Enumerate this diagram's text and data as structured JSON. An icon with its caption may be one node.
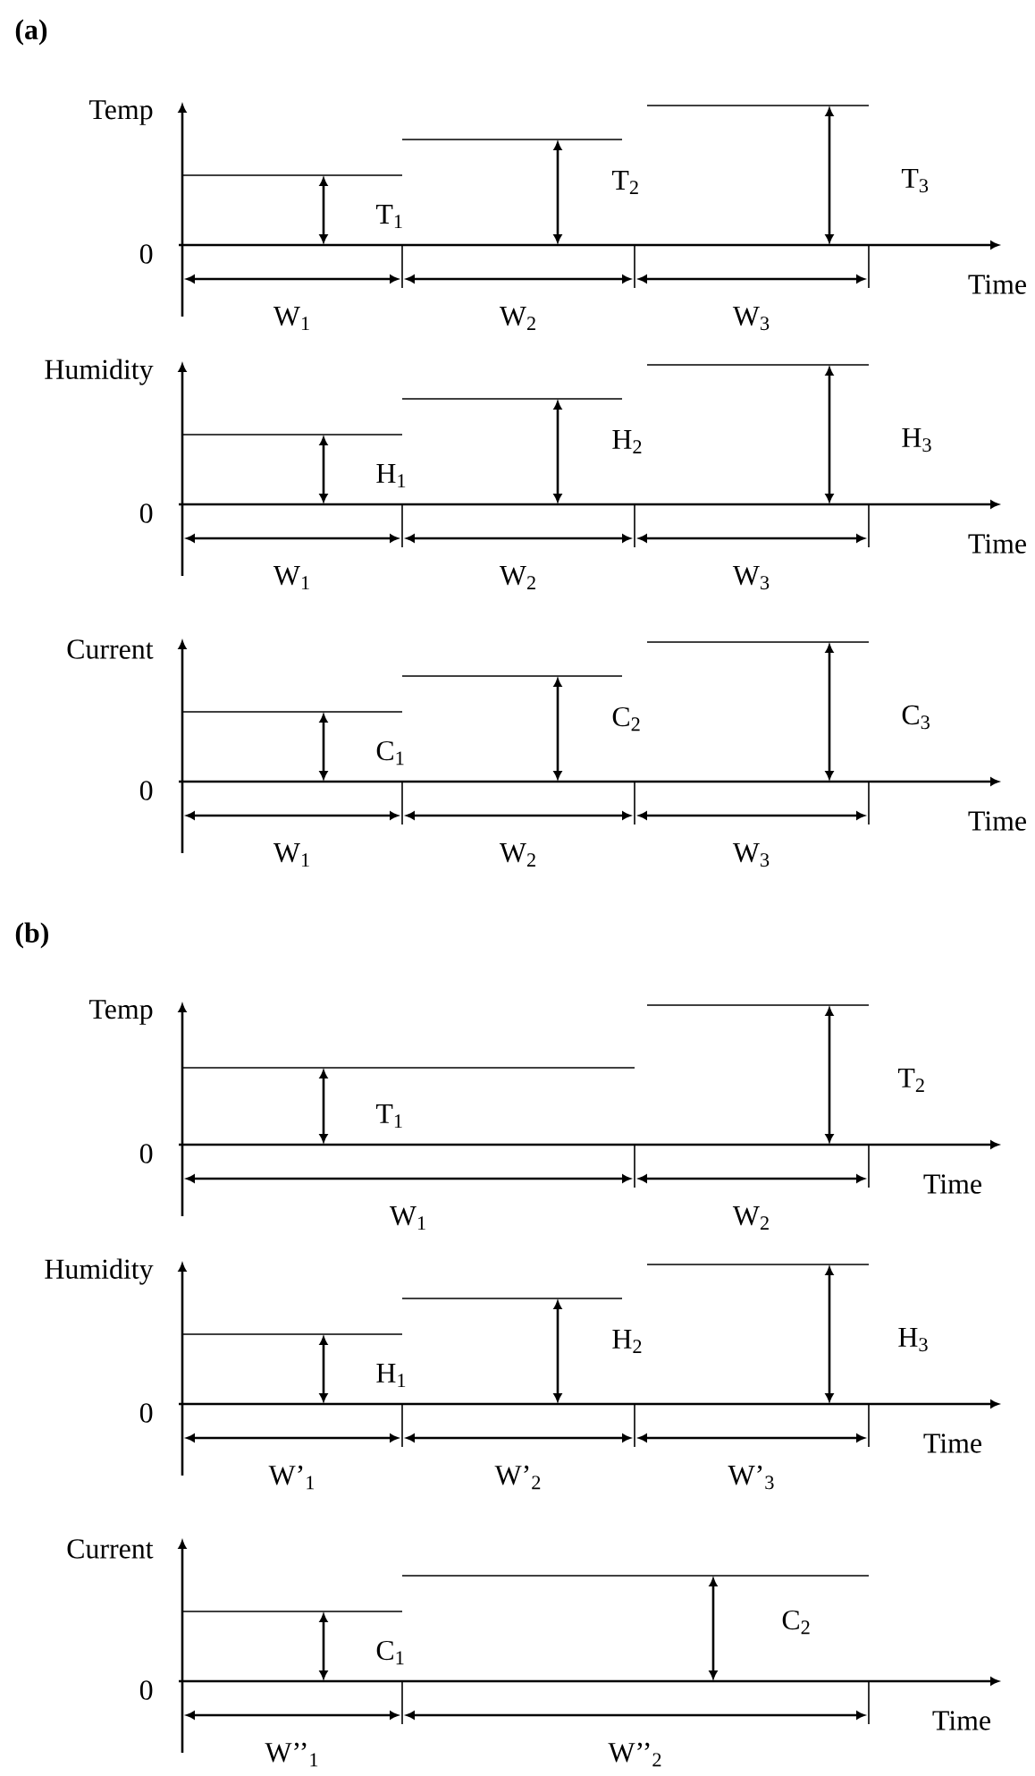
{
  "diagram": {
    "labels": [
      "(a)",
      "Temp",
      "0",
      "T$_{1}$",
      "T$_{2}$",
      "T$_{3}$",
      "Time",
      "W$_{1}$",
      "W$_{2}$",
      "W$_{3}$",
      "Humidity",
      "0",
      "H$_{1}$",
      "H$_{2}$",
      "H$_{3}$",
      "Time",
      "W$_{1}$",
      "W$_{2}$",
      "W$_{3}$",
      "Current",
      "0",
      "C$_{1}$",
      "C$_{2}$",
      "C$_{3}$",
      "Time",
      "W$_{1}$",
      "W$_{2}$",
      "W$_{3}$",
      "(b)",
      "Temp",
      "0",
      "T$_{1}$",
      "T$_{2}$",
      "Time",
      "W$_{1}$",
      "W$_{2}$",
      "Humidity",
      "0",
      "H$_{1}$",
      "H$_{2}$",
      "H$_{3}$",
      "Time",
      "W’$_{1}$",
      "W’$_{2}$",
      "W’$_{3}$",
      "Current",
      "0",
      "C$_{1}$",
      "C$_{2}$",
      "Time",
      "W’’$_{1}$",
      "W’’$_{2}$"
    ]
  }
}
